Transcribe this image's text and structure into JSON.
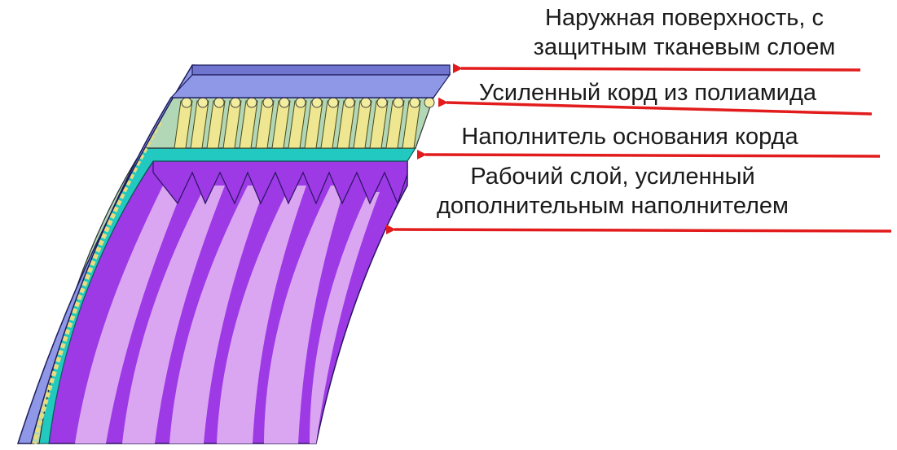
{
  "labels": {
    "outer_surface": {
      "line1": "Наружная поверхность, с",
      "line2": "защитным тканевым слоем"
    },
    "reinforced_cord": "Усиленный корд из полиамида",
    "cord_base_filler": "Наполнитель основания корда",
    "working_layer": {
      "line1": "Рабочий слой, усиленный",
      "line2": "дополнительным наполнителем"
    }
  },
  "colors": {
    "outer_layer": "#8f98e6",
    "outer_layer_top": "#7076cf",
    "cord": "#eee690",
    "cord_layer_bg": "#b2d7b6",
    "filler": "#22c9c0",
    "rib_dark": "#9d3ae6",
    "rib_light": "#dba6f1",
    "arrow": "#e21c1c"
  }
}
